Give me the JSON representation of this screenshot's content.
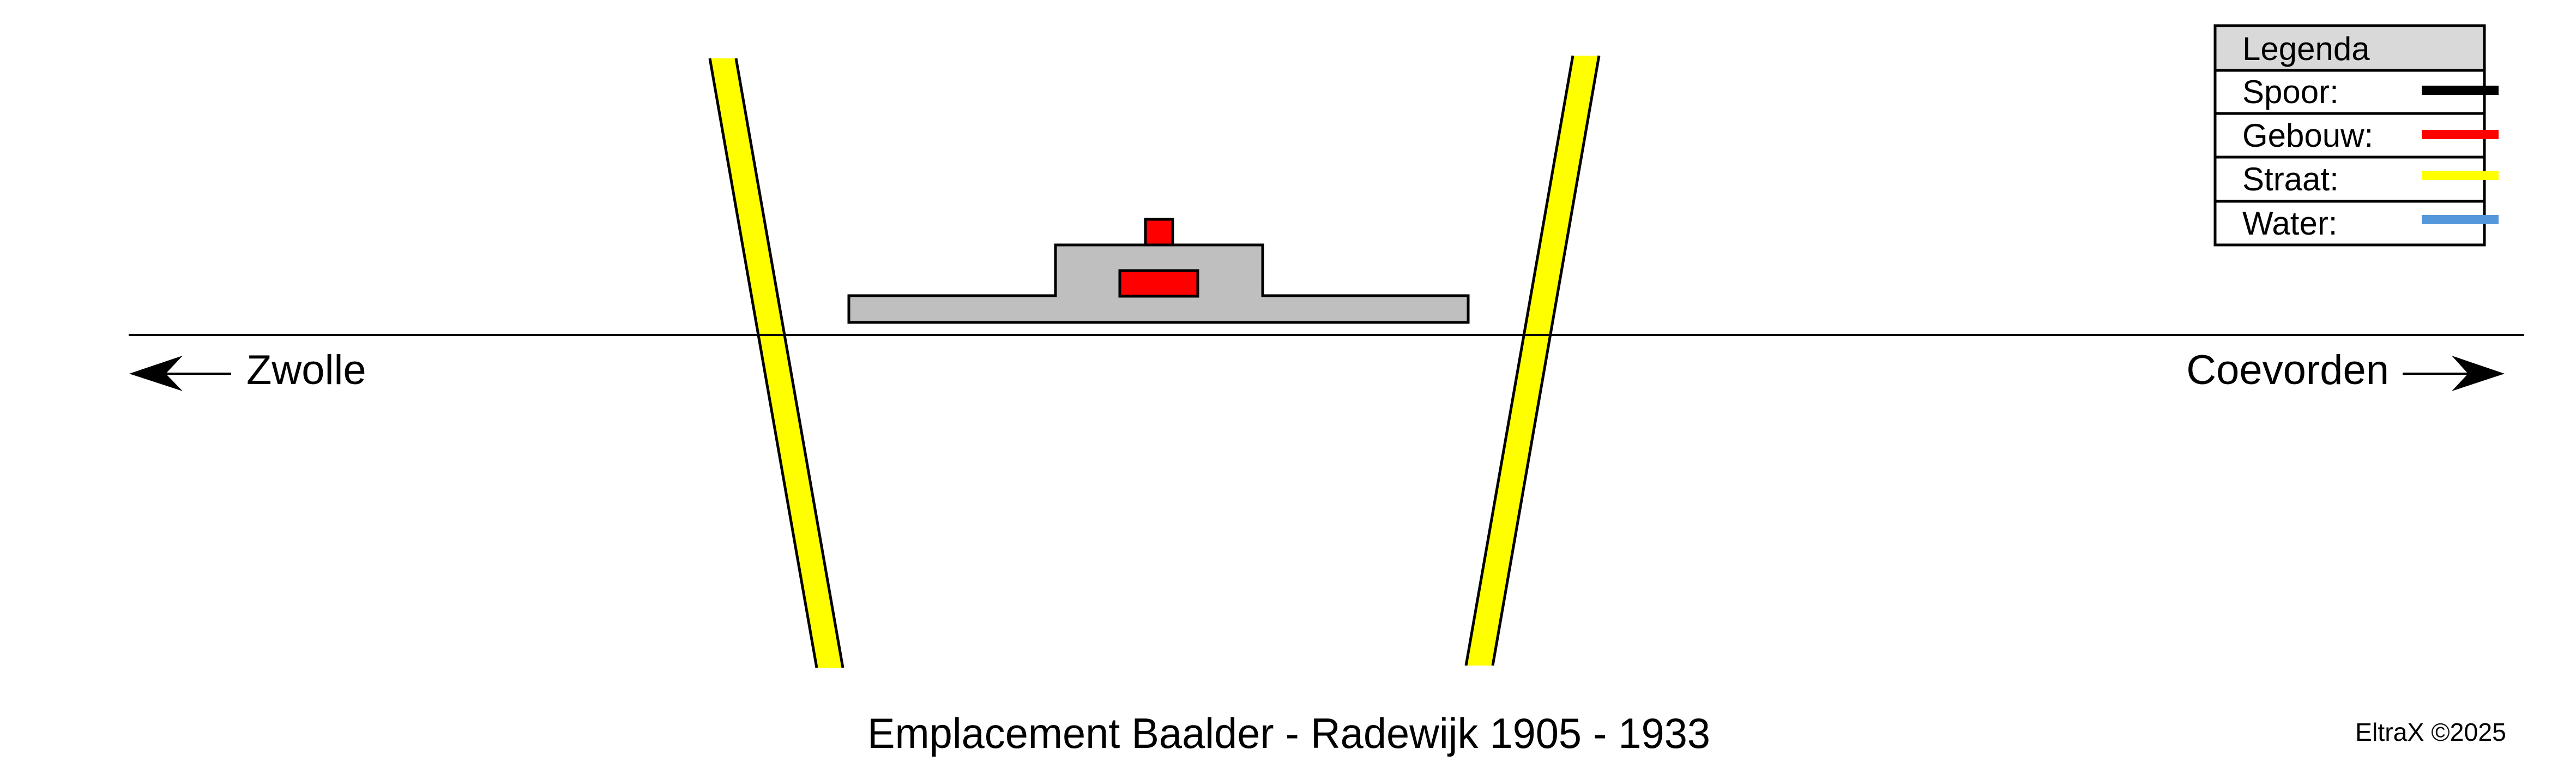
{
  "diagram": {
    "title": "Emplacement Baalder - Radewijk 1905 - 1933",
    "copyright": "EltraX ©2025",
    "directions": {
      "left": {
        "label": "Zwolle",
        "icon": "arrow-left-icon"
      },
      "right": {
        "label": "Coevorden",
        "icon": "arrow-right-icon"
      }
    },
    "elements": {
      "track": {
        "type": "Spoor",
        "color": "#000000"
      },
      "platform": {
        "type": "perron",
        "color": "#BFBFBF"
      },
      "station_building": {
        "type": "Gebouw",
        "color": "#FF0000"
      },
      "outbuilding": {
        "type": "Gebouw",
        "color": "#FF0000"
      },
      "road_left": {
        "type": "Straat",
        "color": "#FFFF00"
      },
      "road_right": {
        "type": "Straat",
        "color": "#FFFF00"
      }
    }
  },
  "legend": {
    "title": "Legenda",
    "header_color": "#D9D9D9",
    "items": [
      {
        "label": "Spoor:",
        "color": "#000000"
      },
      {
        "label": "Gebouw:",
        "color": "#FF0000"
      },
      {
        "label": "Straat:",
        "color": "#FFFF00"
      },
      {
        "label": "Water:",
        "color": "#5597DB"
      }
    ]
  }
}
